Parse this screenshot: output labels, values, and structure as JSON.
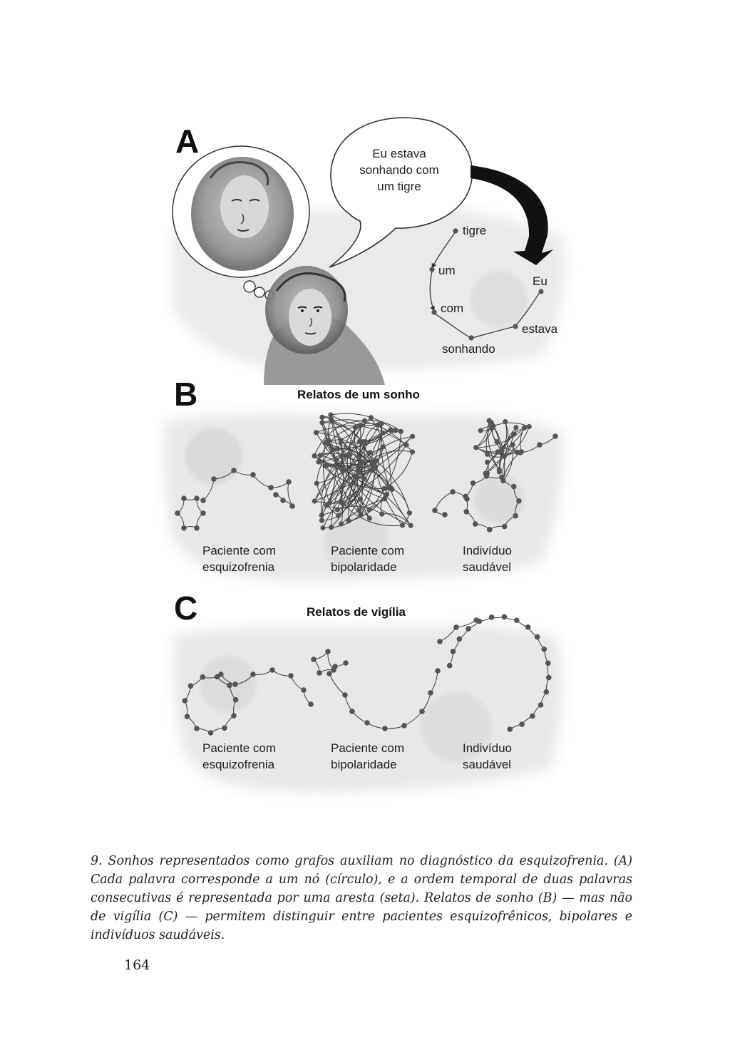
{
  "panels": {
    "a": {
      "letter": "A",
      "speech": [
        "Eu estava",
        "sonhando com",
        "um tigre"
      ],
      "words": [
        "tigre",
        "um",
        "com",
        "sonhando",
        "estava",
        "Eu"
      ]
    },
    "b": {
      "letter": "B",
      "title": "Relatos de um sonho",
      "labels": [
        [
          "Paciente com",
          "esquizofrenia"
        ],
        [
          "Paciente com",
          "bipolaridade"
        ],
        [
          "Indivíduo",
          "saudável"
        ]
      ]
    },
    "c": {
      "letter": "C",
      "title": "Relatos de vigília",
      "labels": [
        [
          "Paciente com",
          "esquizofrenia"
        ],
        [
          "Paciente com",
          "bipolaridade"
        ],
        [
          "Indivíduo",
          "saudável"
        ]
      ]
    }
  },
  "caption": "9. Sonhos representados como grafos auxiliam no diagnóstico da esquizofrenia. (A) Cada palavra corresponde a um nó (círculo), e a ordem temporal de duas palavras consecutivas é representada por uma aresta (seta). Relatos de sonho (B) — mas não de vigília (C) — permitem distinguir entre pacientes esquizofrênicos, bipolares e indivíduos saudáveis.",
  "page_number": "164",
  "colors": {
    "node": "#555555",
    "wash": "#e6e6e6",
    "ink": "#111111"
  }
}
